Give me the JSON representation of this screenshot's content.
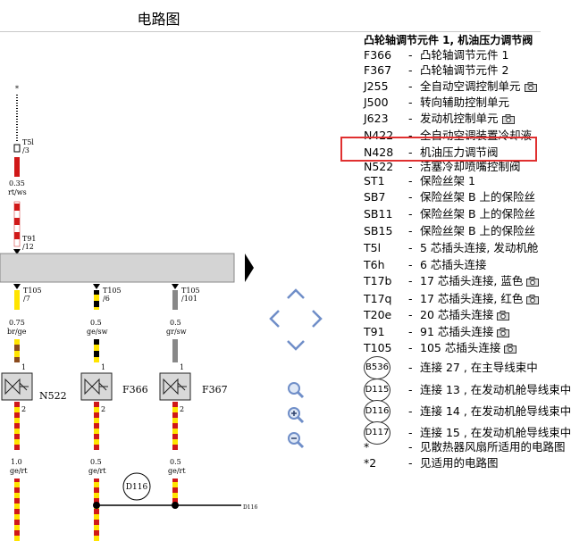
{
  "page": {
    "title": "电路图"
  },
  "colors": {
    "highlight": "#e03030",
    "wire_red": "#d01818",
    "wire_yellow": "#ffe400",
    "wire_black": "#000000",
    "wire_gray": "#888888",
    "nav_blue": "#6f8ec8"
  },
  "diagram": {
    "top_connector": {
      "star": "*",
      "code": "T5l",
      "pin": "/3",
      "gauge": "0.35",
      "color": "rt/ws"
    },
    "t91": {
      "code": "T91",
      "pin": "/12"
    },
    "upper_connectors": [
      {
        "code": "T105",
        "pin": "/7",
        "gauge": "0.75",
        "color": "br/ge"
      },
      {
        "code": "T105",
        "pin": "/6",
        "gauge": "0.5",
        "color": "ge/sw"
      },
      {
        "code": "T105",
        "pin": "/101",
        "gauge": "0.5",
        "color": "gr/sw"
      }
    ],
    "components": [
      {
        "name": "N522",
        "pin_top": "1",
        "pin_bottom": "2"
      },
      {
        "name": "F366",
        "pin_top": "1",
        "pin_bottom": "2"
      },
      {
        "name": "F367",
        "pin_top": "1",
        "pin_bottom": "2"
      }
    ],
    "lower_wires": [
      {
        "gauge": "1.0",
        "color": "ge/rt"
      },
      {
        "gauge": "0.5",
        "color": "ge/rt"
      },
      {
        "gauge": "0.5",
        "color": "ge/rt"
      }
    ],
    "junction": "D116",
    "edge_label": "D116"
  },
  "nav": {
    "up": "pan-up",
    "down": "pan-down",
    "left": "pan-left",
    "right": "pan-right",
    "zoom_in": "zoom-in",
    "zoom_out": "zoom-out",
    "zoom_reset": "zoom-fit"
  },
  "legend": {
    "header": "凸轮轴调节元件 1, 机油压力调节阀",
    "items": [
      {
        "code": "F366",
        "desc": "凸轮轴调节元件 1",
        "camera": false
      },
      {
        "code": "F367",
        "desc": "凸轮轴调节元件 2",
        "camera": false
      },
      {
        "code": "J255",
        "desc": "全自动空调控制单元",
        "camera": true
      },
      {
        "code": "J500",
        "desc": "转向辅助控制单元",
        "camera": false
      },
      {
        "code": "J623",
        "desc": "发动机控制单元",
        "camera": true
      },
      {
        "code": "N422",
        "desc": "全自动空调装置冷却液",
        "camera": false
      },
      {
        "code": "N428",
        "desc": "机油压力调节阀",
        "camera": false,
        "highlighted": true
      },
      {
        "code": "N522",
        "desc": "活塞冷却喷嘴控制阀",
        "camera": false
      },
      {
        "code": "ST1",
        "desc": "保险丝架 1",
        "camera": false
      },
      {
        "code": "SB7",
        "desc": "保险丝架 B 上的保险丝",
        "camera": false
      },
      {
        "code": "SB11",
        "desc": "保险丝架 B 上的保险丝",
        "camera": false
      },
      {
        "code": "SB15",
        "desc": "保险丝架 B 上的保险丝",
        "camera": false
      },
      {
        "code": "T5l",
        "desc": "5 芯插头连接, 发动机舱",
        "camera": false
      },
      {
        "code": "T6h",
        "desc": "6 芯插头连接",
        "camera": false
      },
      {
        "code": "T17b",
        "desc": "17 芯插头连接, 蓝色",
        "camera": true
      },
      {
        "code": "T17q",
        "desc": "17 芯插头连接, 红色",
        "camera": true
      },
      {
        "code": "T20e",
        "desc": "20 芯插头连接",
        "camera": true
      },
      {
        "code": "T91",
        "desc": "91 芯插头连接",
        "camera": true
      },
      {
        "code": "T105",
        "desc": "105 芯插头连接",
        "camera": true
      },
      {
        "code": "B536",
        "desc": "连接 27 , 在主导线束中",
        "camera": false,
        "circled": true
      },
      {
        "code": "D115",
        "desc": "连接 13 , 在发动机舱导线束中",
        "camera": false,
        "circled": true
      },
      {
        "code": "D116",
        "desc": "连接 14 , 在发动机舱导线束中",
        "camera": false,
        "circled": true
      },
      {
        "code": "D117",
        "desc": "连接 15 , 在发动机舱导线束中",
        "camera": false,
        "circled": true
      },
      {
        "code": "*",
        "desc": "见散热器风扇所适用的电路图",
        "camera": false
      },
      {
        "code": "*2",
        "desc": "见适用的电路图",
        "camera": false
      }
    ]
  }
}
